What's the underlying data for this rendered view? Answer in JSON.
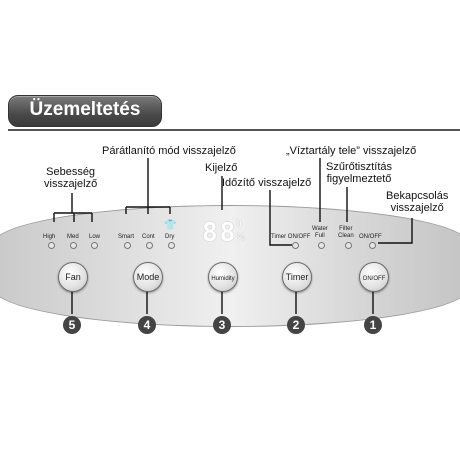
{
  "heading": "Üzemeltetés",
  "callouts": {
    "mode_indicator": "Párátlanító mód visszajelző",
    "speed_indicator": "Sebesség\nvisszajelző",
    "display": "Kijelző",
    "timer_indicator": "Időzítő visszajelző",
    "tank_full_indicator": "„Víztartály tele” visszajelző",
    "filter_warning": "Szűrőtisztítás\nfigyelmeztető",
    "power_indicator": "Bekapcsolás\nvisszajelző"
  },
  "indicators": {
    "speed": [
      "High",
      "Med",
      "Low"
    ],
    "mode": [
      "Smart",
      "Cont",
      "Dry"
    ],
    "timer": "Timer ON/OFF",
    "water_full": "Water\nFull",
    "filter_clean": "Filter\nClean",
    "on_off": "ON/OFF"
  },
  "display": {
    "digits": "88",
    "unit_top": "h",
    "unit_bottom": "%"
  },
  "buttons": [
    {
      "label": "Fan",
      "number": "5"
    },
    {
      "label": "Mode",
      "number": "4"
    },
    {
      "label": "Humidity",
      "number": "3"
    },
    {
      "label": "Timer",
      "number": "2"
    },
    {
      "label": "ON/OFF",
      "number": "1"
    }
  ],
  "colors": {
    "panel": "#dcdcdc",
    "heading_bg": "#4a4a4a",
    "badge": "#444444"
  }
}
